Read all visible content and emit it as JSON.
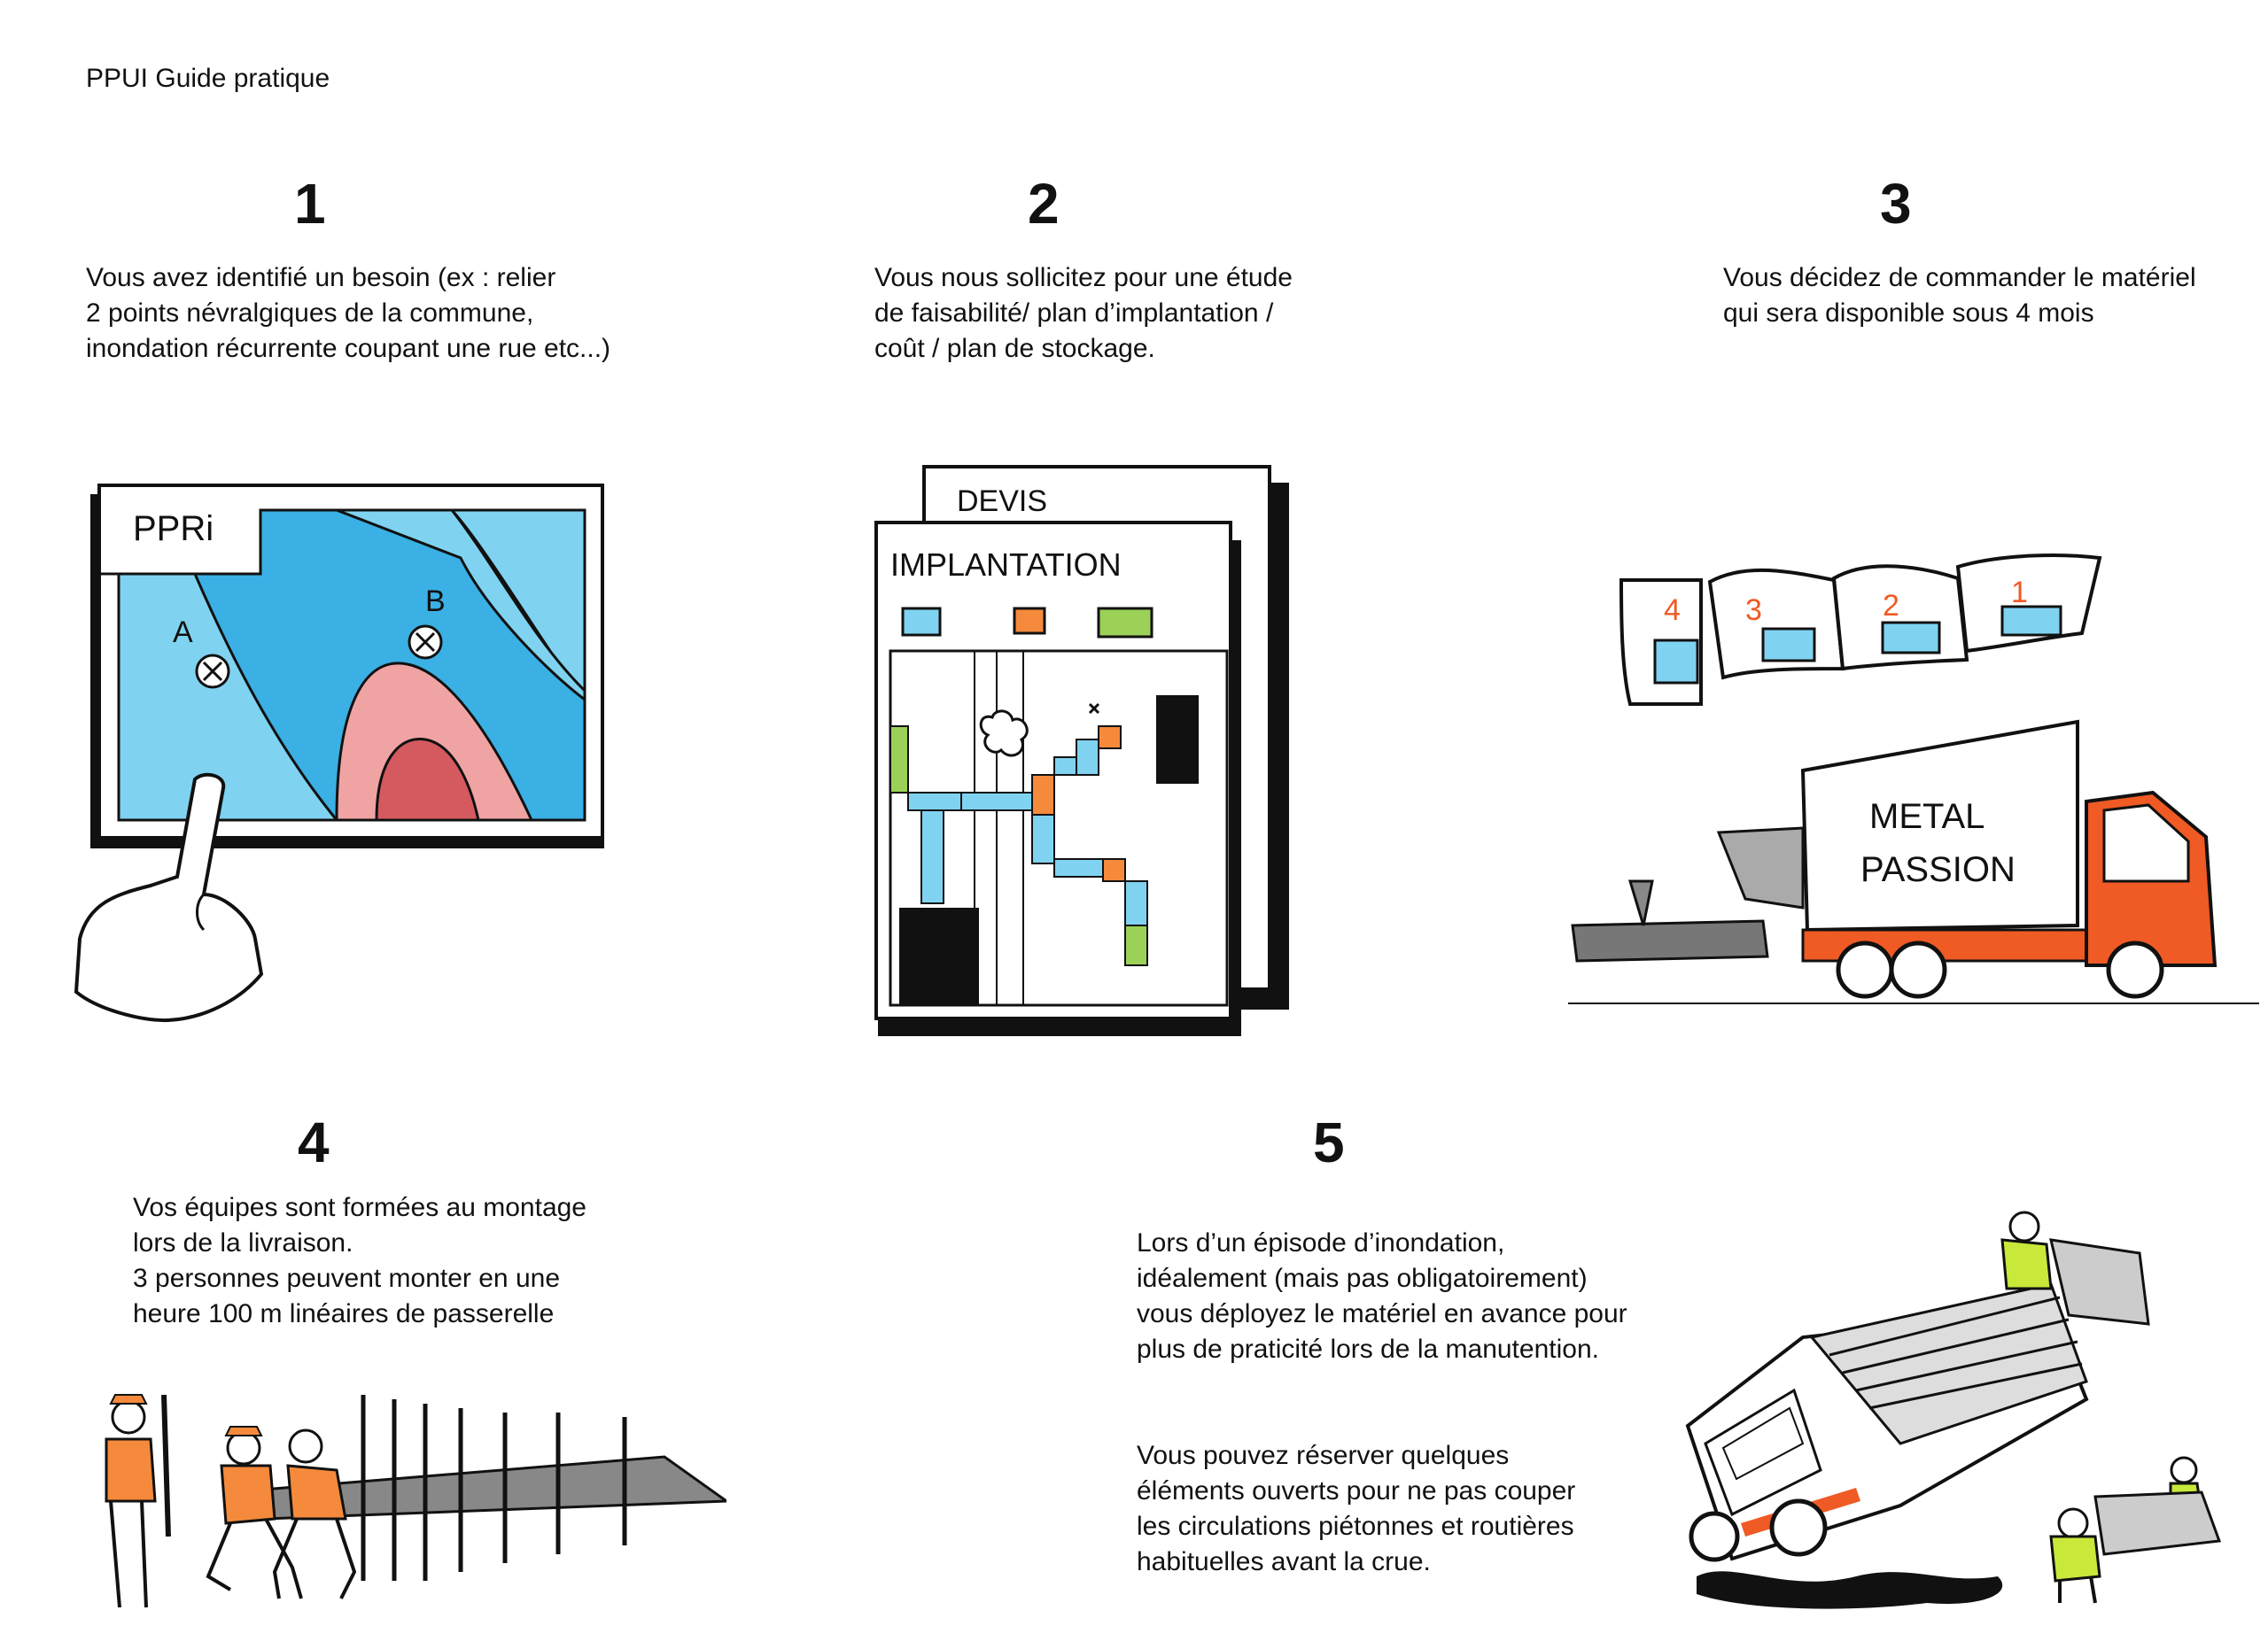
{
  "header": {
    "title": "PPUI Guide pratique"
  },
  "steps": [
    {
      "number": "1",
      "text": "Vous avez identifié un besoin (ex : relier\n2 points névralgiques de la commune,\ninondation récurrente coupant une rue etc...)"
    },
    {
      "number": "2",
      "text": "Vous nous sollicitez pour une étude\nde faisabilité/ plan d’implantation /\ncoût / plan de stockage."
    },
    {
      "number": "3",
      "text": "Vous décidez de commander le matériel\nqui sera disponible sous 4 mois"
    },
    {
      "number": "4",
      "text": "Vos équipes sont formées au montage\nlors de la livraison.\n3 personnes peuvent monter en une\nheure 100 m linéaires de passerelle"
    },
    {
      "number": "5",
      "text": "Lors d’un épisode  d’inondation,\nidéalement (mais pas obligatoirement)\nvous déployez le matériel en avance pour\nplus de praticité lors de la manutention.",
      "text2": "Vous pouvez réserver quelques\néléments ouverts pour ne pas couper\nles circulations piétonnes et routières\nhabituelles avant la crue."
    }
  ],
  "illustrations": {
    "map": {
      "label": "PPRi",
      "point_a": "A",
      "point_b": "B"
    },
    "documents": {
      "back_label": "DEVIS",
      "front_label": "IMPLANTATION"
    },
    "calendar": {
      "pages": [
        "4",
        "3",
        "2",
        "1"
      ]
    },
    "truck": {
      "line1": "METAL",
      "line2": "PASSION"
    }
  },
  "colors": {
    "orange": "#f05a24",
    "light_blue": "#7fd3f0",
    "mid_blue": "#3ab0e4",
    "pink": "#f0a3a3",
    "red": "#d55a5f",
    "green": "#9bd157",
    "safety_yellow": "#c8e83a"
  }
}
